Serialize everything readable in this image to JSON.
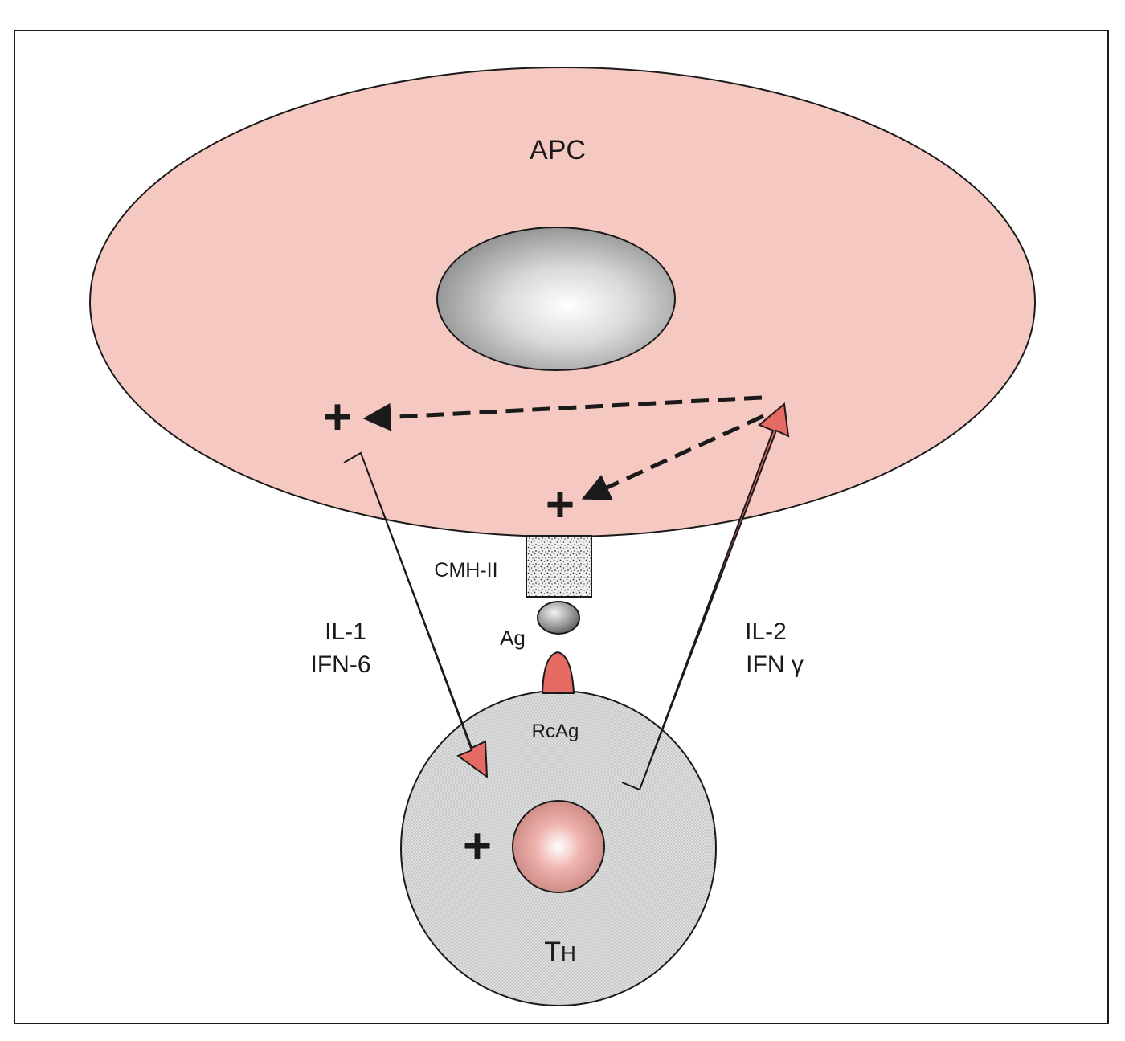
{
  "labels": {
    "apc": "APC",
    "cmh": "CMH-II",
    "ag": "Ag",
    "rcag": "RcAg",
    "th_main": "T",
    "th_sub": "H",
    "left_line1": "IL-1",
    "left_line2": "IFN-6",
    "right_line1": "IL-2",
    "right_line2": "IFN γ",
    "plus": "+"
  },
  "colors": {
    "apc_fill": "#f6c8c2",
    "arrow_fill": "#e46a63",
    "th_fill": "#dcdcdc",
    "outline": "#1a1a1a"
  },
  "icons": {
    "apc_nucleus": "grey-nucleus",
    "th_nucleus": "pink-nucleus",
    "antigen": "grey-sphere",
    "receptor": "red-receptor-bump",
    "mhc": "speckled-block"
  }
}
